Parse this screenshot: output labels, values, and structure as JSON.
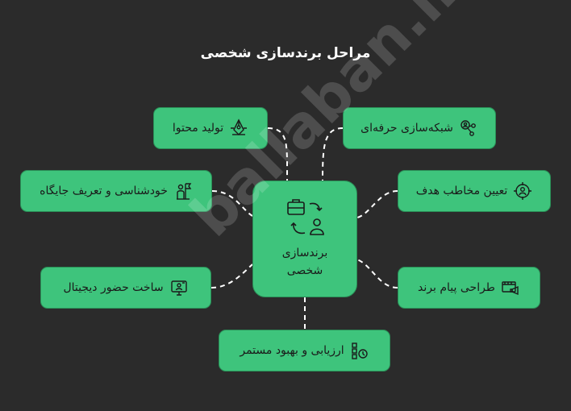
{
  "title": "مراحل برندسازی شخصی",
  "center": {
    "line1": "برندسازی",
    "line2": "شخصی",
    "icon": "briefcase-person-exchange-icon"
  },
  "steps": {
    "content": {
      "label": "تولید محتوا",
      "icon": "pen-tool-icon"
    },
    "network": {
      "label": "شبکه‌سازی حرفه‌ای",
      "icon": "network-people-icon"
    },
    "identity": {
      "label": "خودشناسی و تعریف جایگاه",
      "icon": "person-flag-icon"
    },
    "audience": {
      "label": "تعیین مخاطب هدف",
      "icon": "target-person-icon"
    },
    "digital": {
      "label": "ساخت حضور دیجیتال",
      "icon": "monitor-person-icon"
    },
    "message": {
      "label": "طراحی پیام برند",
      "icon": "film-megaphone-icon"
    },
    "improve": {
      "label": "ارزیابی و بهبود مستمر",
      "icon": "checklist-clock-icon"
    }
  },
  "colors": {
    "background": "#2b2b2b",
    "box": "#3ec47c",
    "box_border": "#2a8f57",
    "connector": "#ffffff"
  },
  "watermark": "ballaban.ir"
}
